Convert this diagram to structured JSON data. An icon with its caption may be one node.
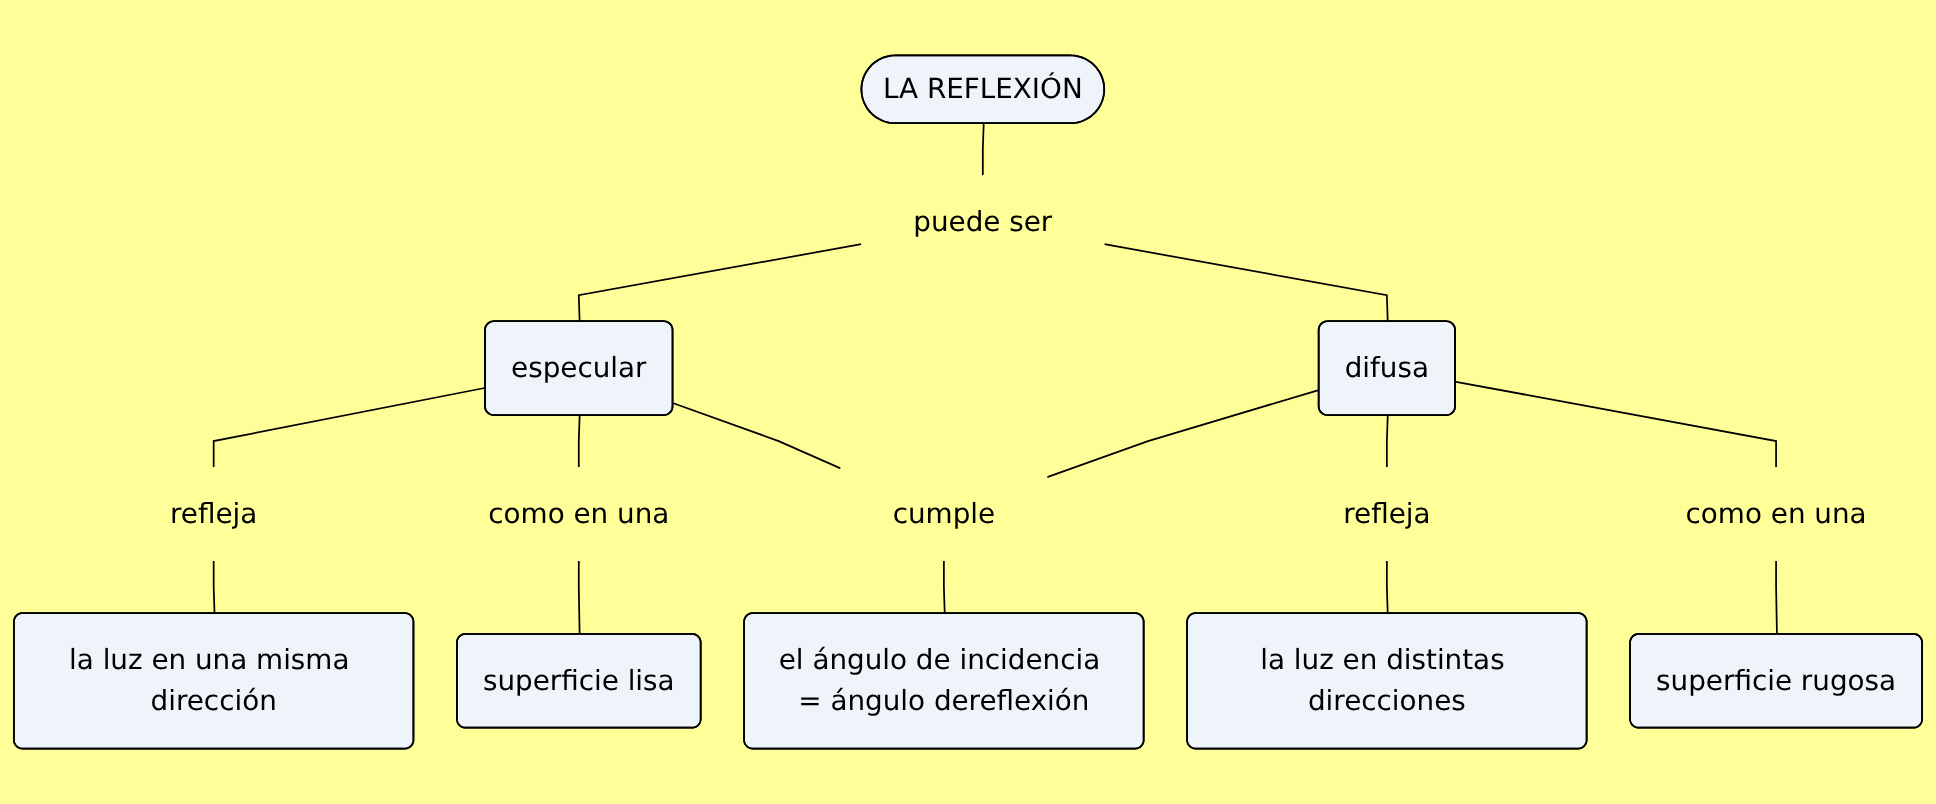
{
  "diagram": {
    "nodes": [
      {
        "text": [
          "LA REFLEXIÓN"
        ]
      },
      {
        "text": [
          "puede ser"
        ]
      },
      {
        "text": [
          "especular"
        ]
      },
      {
        "text": [
          "difusa"
        ]
      },
      {
        "text": [
          "refleja"
        ]
      },
      {
        "text": [
          "como en una"
        ]
      },
      {
        "text": [
          "cumple"
        ]
      },
      {
        "text": [
          "refleja"
        ]
      },
      {
        "text": [
          "como en una"
        ]
      },
      {
        "text": [
          "la luz en una misma dirección"
        ]
      },
      {
        "text": [
          "superficie lisa"
        ]
      },
      {
        "text": [
          "el ángulo de incidencia = ángulo dereflexión"
        ]
      },
      {
        "text": [
          "la luz en distintas direcciones"
        ]
      },
      {
        "text": [
          "superficie rugosa"
        ]
      }
    ],
    "edges": [
      {
        "from": 0,
        "to": 1,
        "arrow": "none"
      },
      {
        "from": 1,
        "to": 2,
        "arrow": "none"
      },
      {
        "from": 1,
        "to": 3,
        "arrow": "none"
      },
      {
        "from": 2,
        "to": 4,
        "arrow": "none"
      },
      {
        "from": 2,
        "to": 5,
        "arrow": "none"
      },
      {
        "from": 2,
        "to": 6,
        "arrow": "none"
      },
      {
        "from": 3,
        "to": 6,
        "arrow": "none"
      },
      {
        "from": 3,
        "to": 7,
        "arrow": "none"
      },
      {
        "from": 3,
        "to": 8,
        "arrow": "none"
      },
      {
        "from": 4,
        "to": 9,
        "arrow": "none"
      },
      {
        "from": 5,
        "to": 10,
        "arrow": "none"
      },
      {
        "from": 6,
        "to": 11,
        "arrow": "none"
      },
      {
        "from": 7,
        "to": 12,
        "arrow": "none"
      },
      {
        "from": 8,
        "to": 13,
        "arrow": "none"
      }
    ]
  }
}
